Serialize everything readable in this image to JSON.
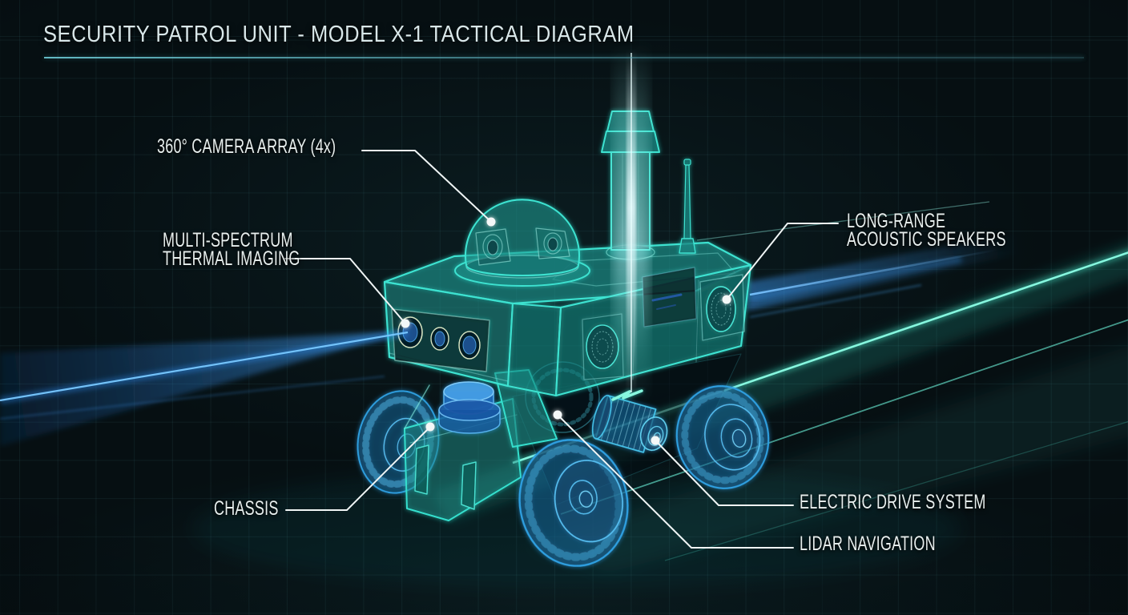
{
  "header": {
    "title": "SECURITY PATROL UNIT - MODEL X-1 TACTICAL DIAGRAM"
  },
  "callouts": {
    "camera_array": {
      "label": "360° CAMERA ARRAY (4x)"
    },
    "thermal": {
      "line1": "MULTI-SPECTRUM",
      "line2": "THERMAL IMAGING"
    },
    "speakers": {
      "line1": "LONG-RANGE",
      "line2": "ACOUSTIC SPEAKERS"
    },
    "chassis": {
      "label": "CHASSIS"
    },
    "drive": {
      "label": "ELECTRIC DRIVE SYSTEM"
    },
    "lidar": {
      "label": "LIDAR NAVIGATION"
    }
  },
  "colors": {
    "background": "#060f12",
    "grid_line": "#1d3940",
    "title_text": "#d9e7e9",
    "label_text": "#e8efee",
    "leader_line": "#f0f5f5",
    "wireframe_teal": "#35dfcd",
    "wireframe_blue": "#309fe0",
    "beam_teal": "#57f0d4",
    "beam_blue": "#3f9fff",
    "lidar_puck_blue": "#2a7fd0"
  }
}
